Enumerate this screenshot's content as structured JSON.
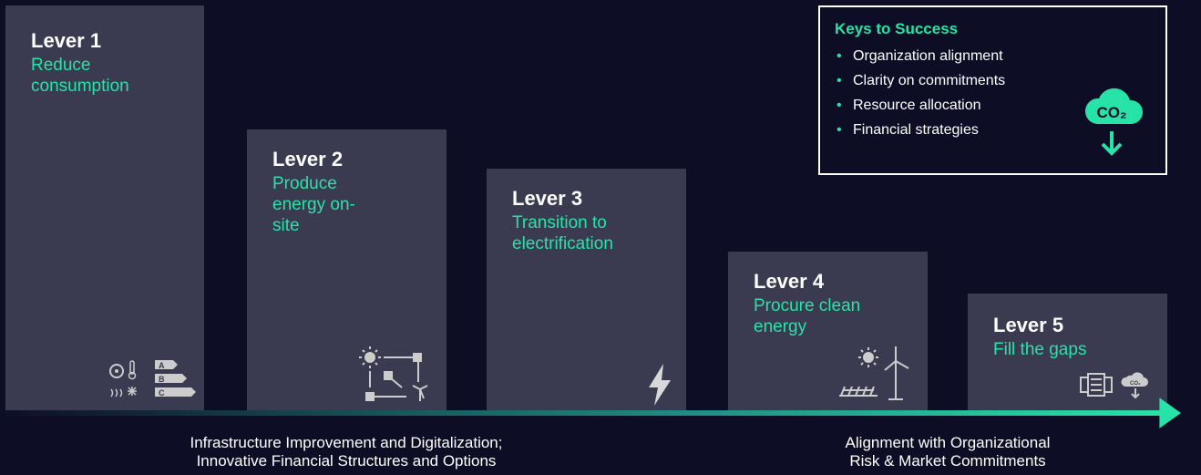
{
  "levers": [
    {
      "title": "Lever 1",
      "desc": "Reduce consumption",
      "icon": "energy-rating-icon"
    },
    {
      "title": "Lever 2",
      "desc": "Produce energy on-site",
      "icon": "onsite-energy-icon"
    },
    {
      "title": "Lever 3",
      "desc": "Transition to electrification",
      "icon": "lightning-icon"
    },
    {
      "title": "Lever 4",
      "desc": "Procure clean energy",
      "icon": "clean-energy-icon"
    },
    {
      "title": "Lever 5",
      "desc": "Fill the gaps",
      "icon": "carbon-offset-icon"
    }
  ],
  "keys": {
    "title": "Keys to Success",
    "items": [
      "Organization alignment",
      "Clarity on commitments",
      "Resource allocation",
      "Financial strategies"
    ],
    "icon": "co2-cloud-icon",
    "icon_text": "CO₂"
  },
  "icon_labels": {
    "rating_a": "A",
    "rating_b": "B",
    "rating_c": "C",
    "co2_small": "CO₂"
  },
  "bottom": {
    "left_line1": "Infrastructure Improvement and Digitalization;",
    "left_line2": "Innovative Financial Structures and Options",
    "right_line1": "Alignment with Organizational",
    "right_line2": "Risk & Market Commitments"
  },
  "colors": {
    "background": "#0d0d26",
    "bar": "#3a3a51",
    "accent": "#28e3a7",
    "text": "#ffffff"
  }
}
